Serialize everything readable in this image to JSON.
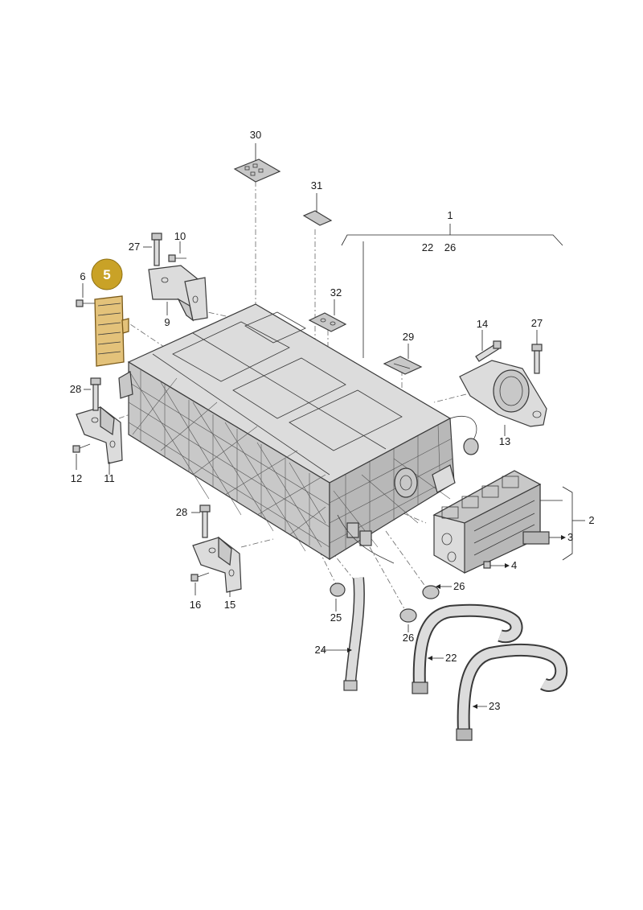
{
  "highlight": {
    "label": "5",
    "badge_color": "#c9a227",
    "badge_text_color": "#ffffff",
    "part_fill": "#e3c27a"
  },
  "callouts": {
    "c1": "1",
    "c2": "2",
    "c3": "3",
    "c4": "4",
    "c6": "6",
    "c9": "9",
    "c10": "10",
    "c11": "11",
    "c12": "12",
    "c13": "13",
    "c14": "14",
    "c15": "15",
    "c16": "16",
    "c22a": "22",
    "c26a": "26",
    "c22b": "22",
    "c23": "23",
    "c24": "24",
    "c25": "25",
    "c26b": "26",
    "c26c": "26",
    "c27a": "27",
    "c27b": "27",
    "c28a": "28",
    "c28b": "28",
    "c29": "29",
    "c30": "30",
    "c31": "31",
    "c32": "32"
  }
}
